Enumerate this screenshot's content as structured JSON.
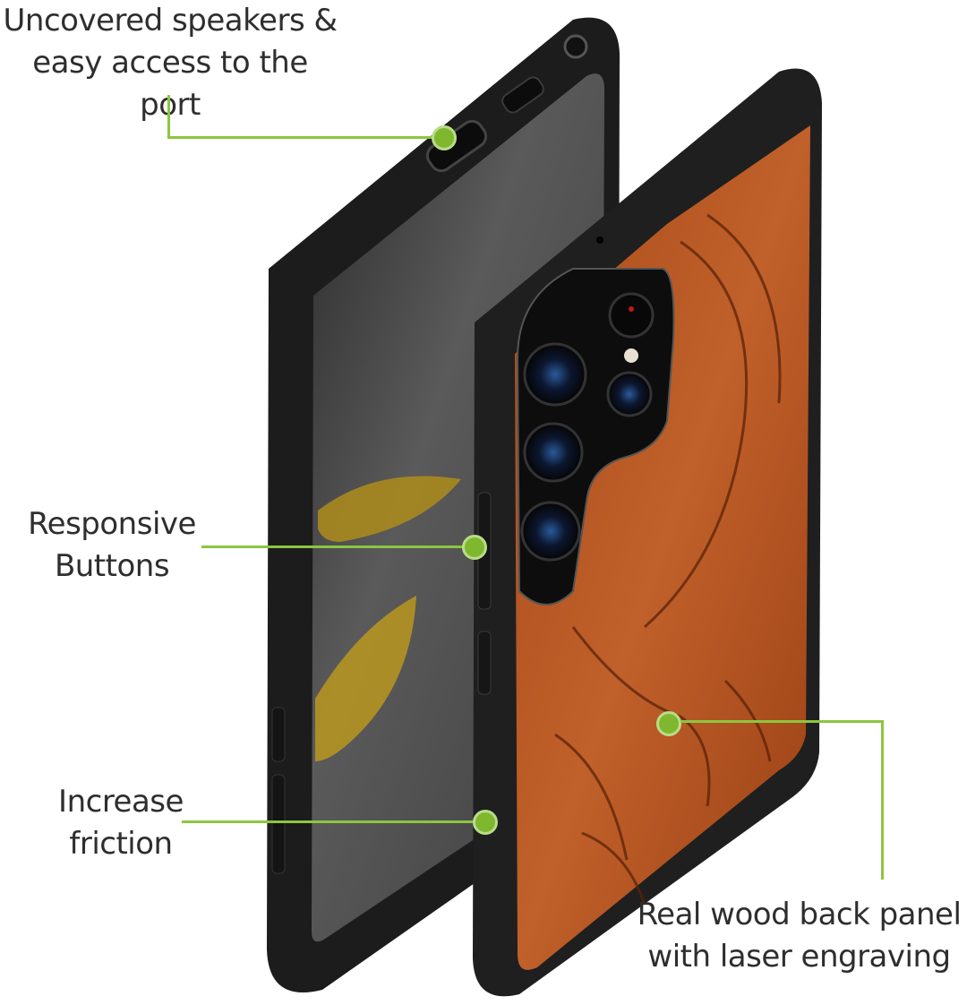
{
  "callouts": {
    "speakers_port": {
      "line1": "Uncovered speakers &",
      "line2": "easy access to the port"
    },
    "buttons": {
      "line1": "Responsive",
      "line2": "Buttons"
    },
    "friction": {
      "line1": "Increase",
      "line2": "friction"
    },
    "wood_panel": {
      "line1": "Real wood back panel",
      "line2": "with laser engraving"
    }
  },
  "colors": {
    "accent_green": "#8cc63f",
    "case_black": "#1c1c1c",
    "wood": "#b4531f",
    "screen_grey": "#4a4a4a"
  },
  "product": {
    "name": "phone-case-front-and-back-view",
    "front_view": "black bumper case with slate screen",
    "back_view": "wood back with Great Wave engraving and camera cutout"
  }
}
